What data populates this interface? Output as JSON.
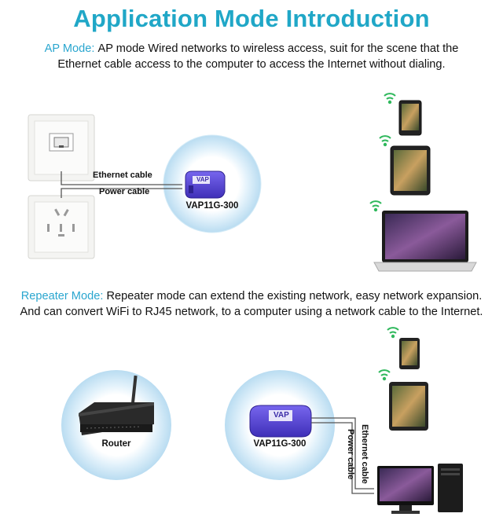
{
  "title": "Application Mode Introduction",
  "ap_mode": {
    "label": "AP Mode:",
    "text_line1": "AP mode Wired networks to wireless access, suit for the scene that the",
    "text_line2": "Ethernet cable access to the computer to access the Internet without dialing.",
    "ethernet_cable_label": "Ethernet cable",
    "power_cable_label": "Power cable",
    "device_label": "VAP11G-300",
    "device_badge": "VAP"
  },
  "repeater_mode": {
    "label": "Repeater Mode:",
    "text_line1": "Repeater mode can extend the existing network, easy network expansion.",
    "text_line2": "And can convert WiFi to RJ45 network, to a computer using a network cable to the Internet.",
    "router_label": "Router",
    "device_label": "VAP11G-300",
    "device_badge": "VAP",
    "ethernet_cable_label": "Ethernet cable",
    "power_cable_label": "Power cable"
  },
  "colors": {
    "accent": "#20a7c7",
    "label_blue": "#2aa6cf",
    "wifi_green": "#2fb85c",
    "device_purple": "#5a48d8",
    "halo_blue": "#cfe8f6"
  },
  "icons": [
    "wifi-icon",
    "phone-icon",
    "tablet-icon",
    "laptop-icon",
    "monitor-icon",
    "pc-tower-icon",
    "router-icon",
    "wall-socket-icon",
    "ethernet-wall-plate-icon"
  ]
}
